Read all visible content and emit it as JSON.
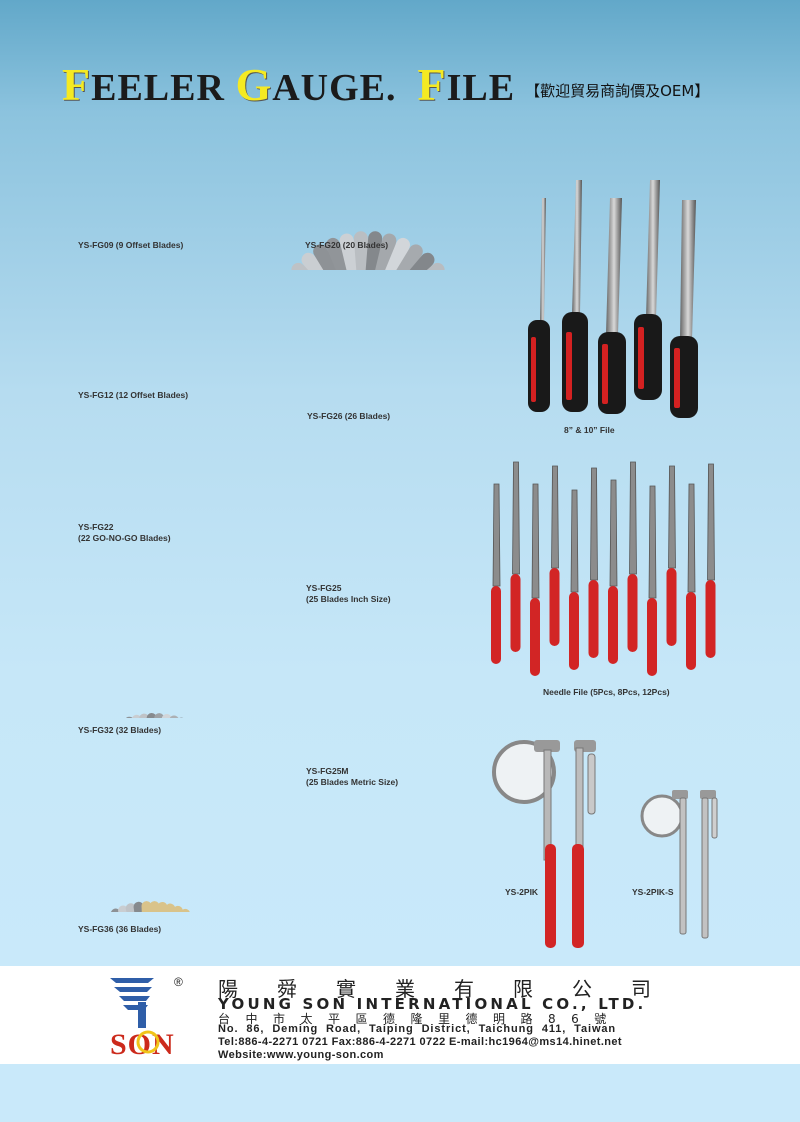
{
  "title": {
    "c1": "F",
    "w1": "EELER ",
    "c2": "G",
    "w2": "AUGE.",
    "c3": "F",
    "w3": "ILE",
    "subtitle": "【歡迎貿易商詢價及OEM】"
  },
  "products": {
    "fg09": "YS-FG09 (9 Offset Blades)",
    "fg20": "YS-FG20 (20 Blades)",
    "fg12": "YS-FG12 (12 Offset Blades)",
    "fg26": "YS-FG26 (26 Blades)",
    "fg22_model": "YS-FG22",
    "fg22_desc": "(22 GO-NO-GO Blades)",
    "fg25_model": "YS-FG25",
    "fg25_desc": "(25 Blades Inch Size)",
    "fg32": "YS-FG32 (32 Blades)",
    "fg25m_model": "YS-FG25M",
    "fg25m_desc": "(25 Blades Metric Size)",
    "fg36": "YS-FG36 (36 Blades)",
    "file": "8” & 10” File",
    "needle": "Needle File (5Pcs, 8Pcs, 12Pcs)",
    "pik": "YS-2PIK",
    "pik_s": "YS-2PIK-S"
  },
  "company": {
    "logo_text": "SON",
    "registered": "®",
    "name_cn": "陽舜實業有限公司",
    "name_en": "YOUNG SON INTERNATIONAL CO., LTD.",
    "address_cn": "台中市太平區德隆里德明路86號",
    "address_en": "No. 86, Deming Road, Taiping District, Taichung 411, Taiwan",
    "contact": "Tel:886-4-2271 0721  Fax:886-4-2271 0722  E-mail:hc1964@ms14.hinet.net",
    "website": "Website:www.young-son.com"
  },
  "colors": {
    "title_accent": "#f5ea22",
    "logo_red": "#cc2a1c",
    "logo_blue": "#2f5ea8"
  }
}
